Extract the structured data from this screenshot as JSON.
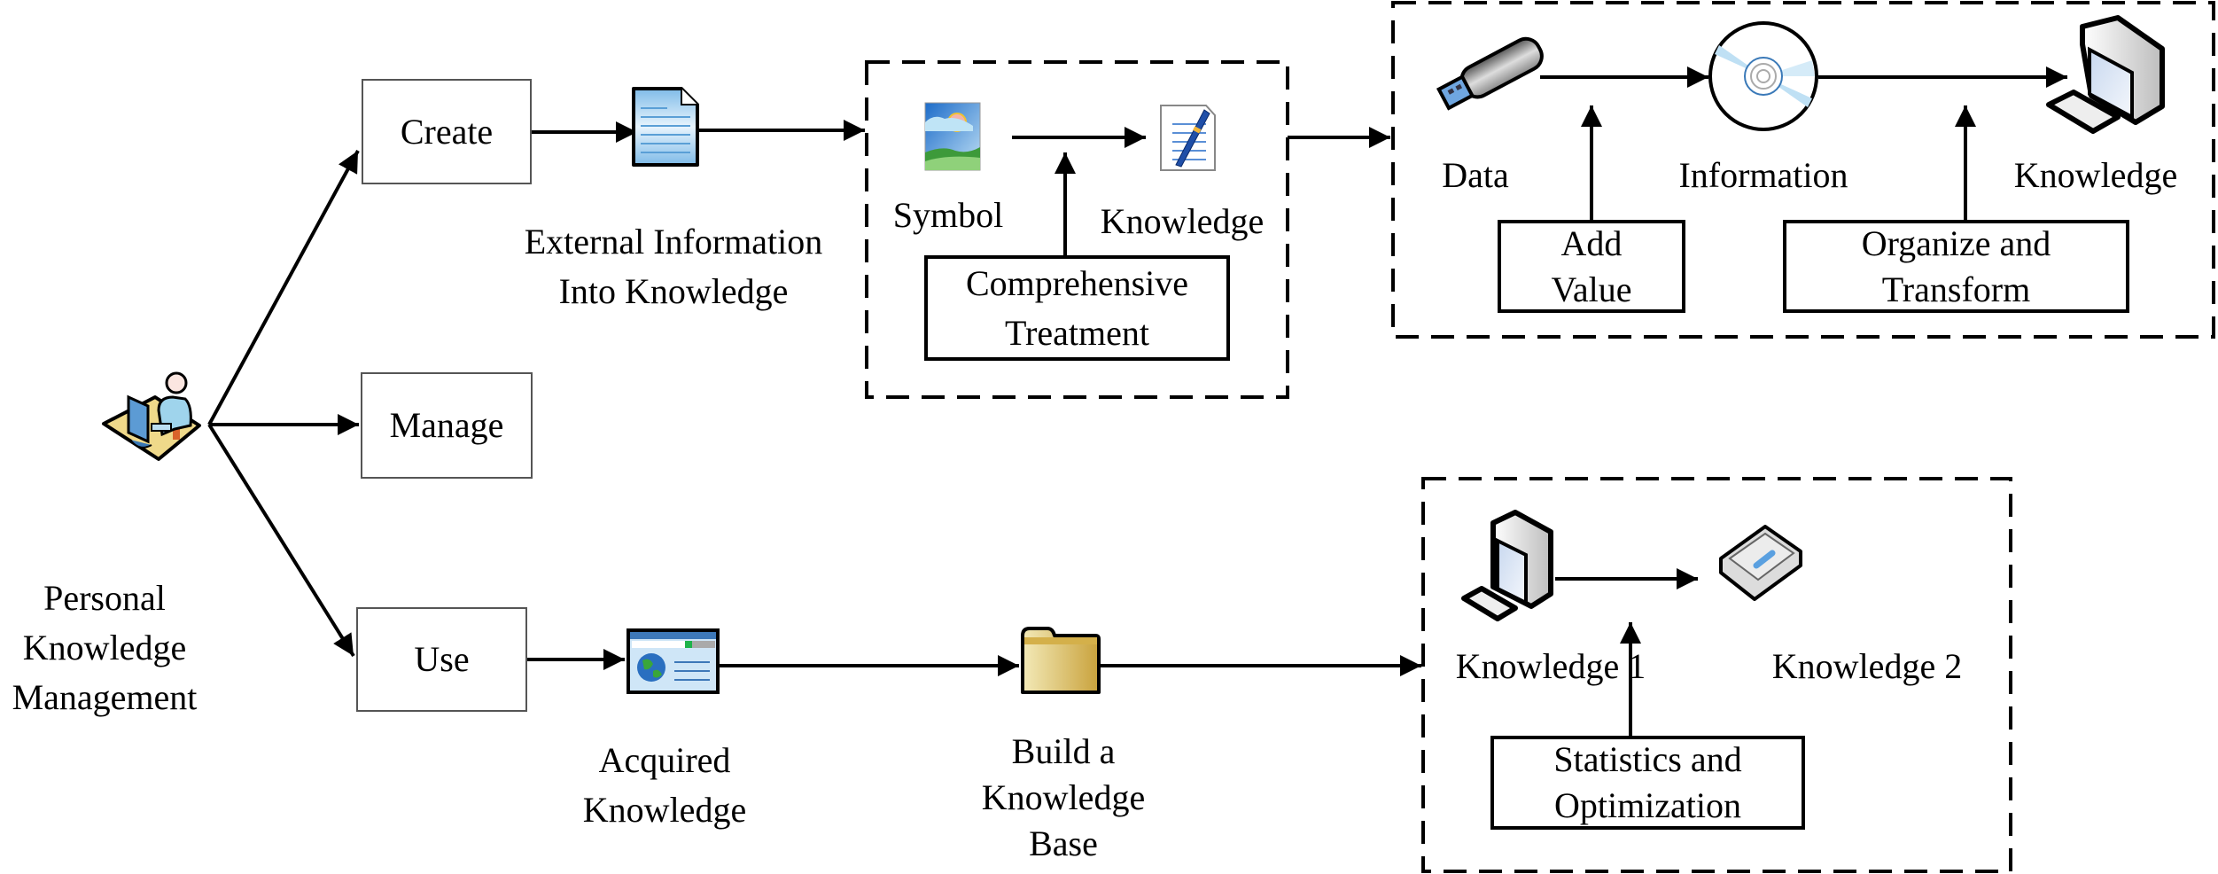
{
  "root": {
    "label_lines": [
      "Personal",
      "Knowledge",
      "Management"
    ],
    "icon": "person-at-computer-icon"
  },
  "actions": {
    "create": "Create",
    "manage": "Manage",
    "use": "Use"
  },
  "create_flow": {
    "doc_icon": "document-icon",
    "doc_label_lines": [
      "External Information",
      "Into Knowledge"
    ],
    "stage1": {
      "symbol_label": "Symbol",
      "symbol_icon": "picture-icon",
      "knowledge_label": "Knowledge",
      "knowledge_icon": "pen-document-icon",
      "process_lines": [
        "Comprehensive",
        "Treatment"
      ]
    },
    "stage2": {
      "data_label": "Data",
      "data_icon": "usb-drive-icon",
      "information_label": "Information",
      "information_icon": "cd-disc-icon",
      "knowledge_label": "Knowledge",
      "knowledge_icon": "desktop-computer-icon",
      "process1_lines": [
        "Add",
        "Value"
      ],
      "process2_lines": [
        "Organize and",
        "Transform"
      ]
    }
  },
  "use_flow": {
    "acquired_icon": "web-page-icon",
    "acquired_label_lines": [
      "Acquired",
      "Knowledge"
    ],
    "base_icon": "folder-icon",
    "base_label_lines": [
      "Build a",
      "Knowledge",
      "Base"
    ],
    "stage": {
      "k1_label": "Knowledge 1",
      "k1_icon": "desktop-computer-icon",
      "k2_label": "Knowledge 2",
      "k2_icon": "hard-drive-icon",
      "process_lines": [
        "Statistics and",
        "Optimization"
      ]
    }
  },
  "colors": {
    "line": "#000000",
    "doc_blue": "#a9d3f2",
    "folder_gold": "#d9b44a",
    "desk_yellow": "#efd98a"
  }
}
